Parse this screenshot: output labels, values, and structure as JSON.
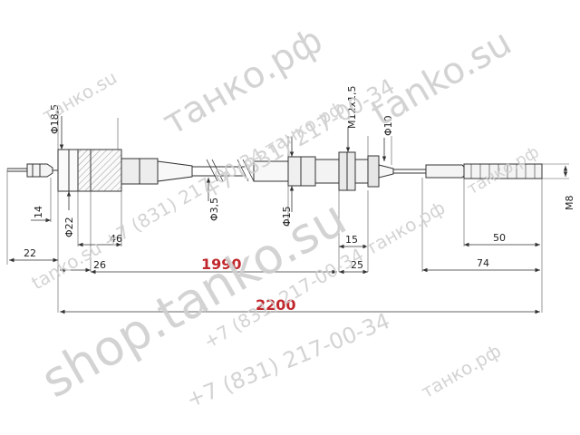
{
  "watermarks": {
    "w1": "танко.su",
    "w2": "+7 (831) 217-00-34",
    "w3": "танко.рф",
    "w4": "shop.tanko.su",
    "w5": "+7 (831) 217-00-34 танко.рф",
    "w6": "tanko.su",
    "w7": "танко.рф",
    "w8": "tanko.su +7 (831) 217-00-34 танко.рф",
    "w9": "+7 (831) 217-00-34",
    "w10": "танко.рф"
  },
  "dimensions": {
    "d_phi18_5": "Φ18,5",
    "d_phi22": "Φ22",
    "d_14": "14",
    "d_22": "22",
    "d_46": "46",
    "d_26": "26",
    "d_phi3_5": "Φ3,5",
    "d_phi15": "Φ15",
    "d_m12x1_5": "M12x1,5",
    "d_phi10": "Φ10",
    "d_15": "15",
    "d_25": "25",
    "d_50": "50",
    "d_74": "74",
    "d_m8": "M8",
    "d_1990": "1990",
    "d_2200": "2200"
  },
  "colors": {
    "highlight": "#c0282d",
    "line": "#333333",
    "watermark": "#cfcfcf"
  }
}
